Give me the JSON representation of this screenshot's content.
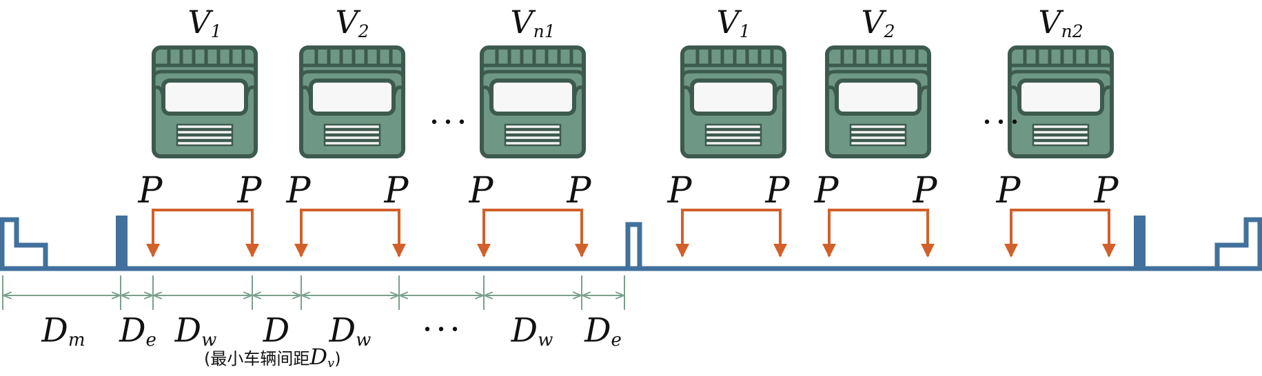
{
  "colors": {
    "bridge": "#41719c",
    "vehicle_fill": "#6e9786",
    "vehicle_stroke": "#3d5a4e",
    "load_arrow": "#d2602a",
    "dimension": "#7aa08c"
  },
  "vehicles": {
    "group1": [
      {
        "label": "V",
        "sub": "1"
      },
      {
        "label": "V",
        "sub": "2"
      },
      {
        "label": "V",
        "sub": "n1"
      }
    ],
    "group2": [
      {
        "label": "V",
        "sub": "1"
      },
      {
        "label": "V",
        "sub": "2"
      },
      {
        "label": "V",
        "sub": "n2"
      }
    ]
  },
  "ellipsis": "• • •",
  "load_label": "P",
  "dimensions": [
    {
      "main": "D",
      "sub": "m"
    },
    {
      "main": "D",
      "sub": "e"
    },
    {
      "main": "D",
      "sub": "w"
    },
    {
      "main": "D",
      "sub": ""
    },
    {
      "main": "D",
      "sub": "w"
    },
    {
      "main": "D",
      "sub": "w"
    },
    {
      "main": "D",
      "sub": "e"
    }
  ],
  "note": {
    "text": "(最小车辆间距",
    "var": "D",
    "var_sub": "v",
    "close": ")"
  }
}
